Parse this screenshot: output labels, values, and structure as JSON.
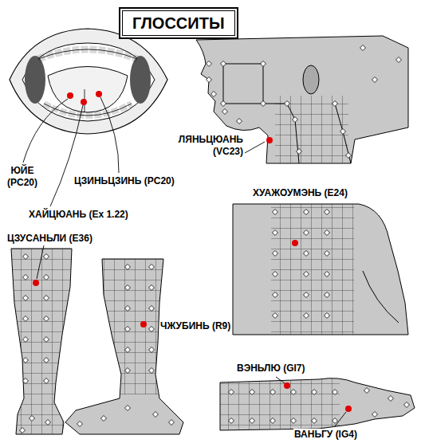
{
  "diagram": {
    "title": "ГЛОССИТЫ",
    "labels": [
      "ЛЯНЬЦЮАНЬ (VC23)",
      "ЮЙЕ (PC20)",
      "ЦЗИНЬЦЗИНЬ (PC20)",
      "ХУАЖОУМЭНЬ (E24)",
      "ХАЙЦЮАНЬ (Ex 1.22)",
      "ЦЗУСАНЬЛИ (E36)",
      "ЧЖУБИНЬ (R9)",
      "ВЭНЬЛЮ (GI7)",
      "ВАНЬГУ (IG4)"
    ]
  }
}
